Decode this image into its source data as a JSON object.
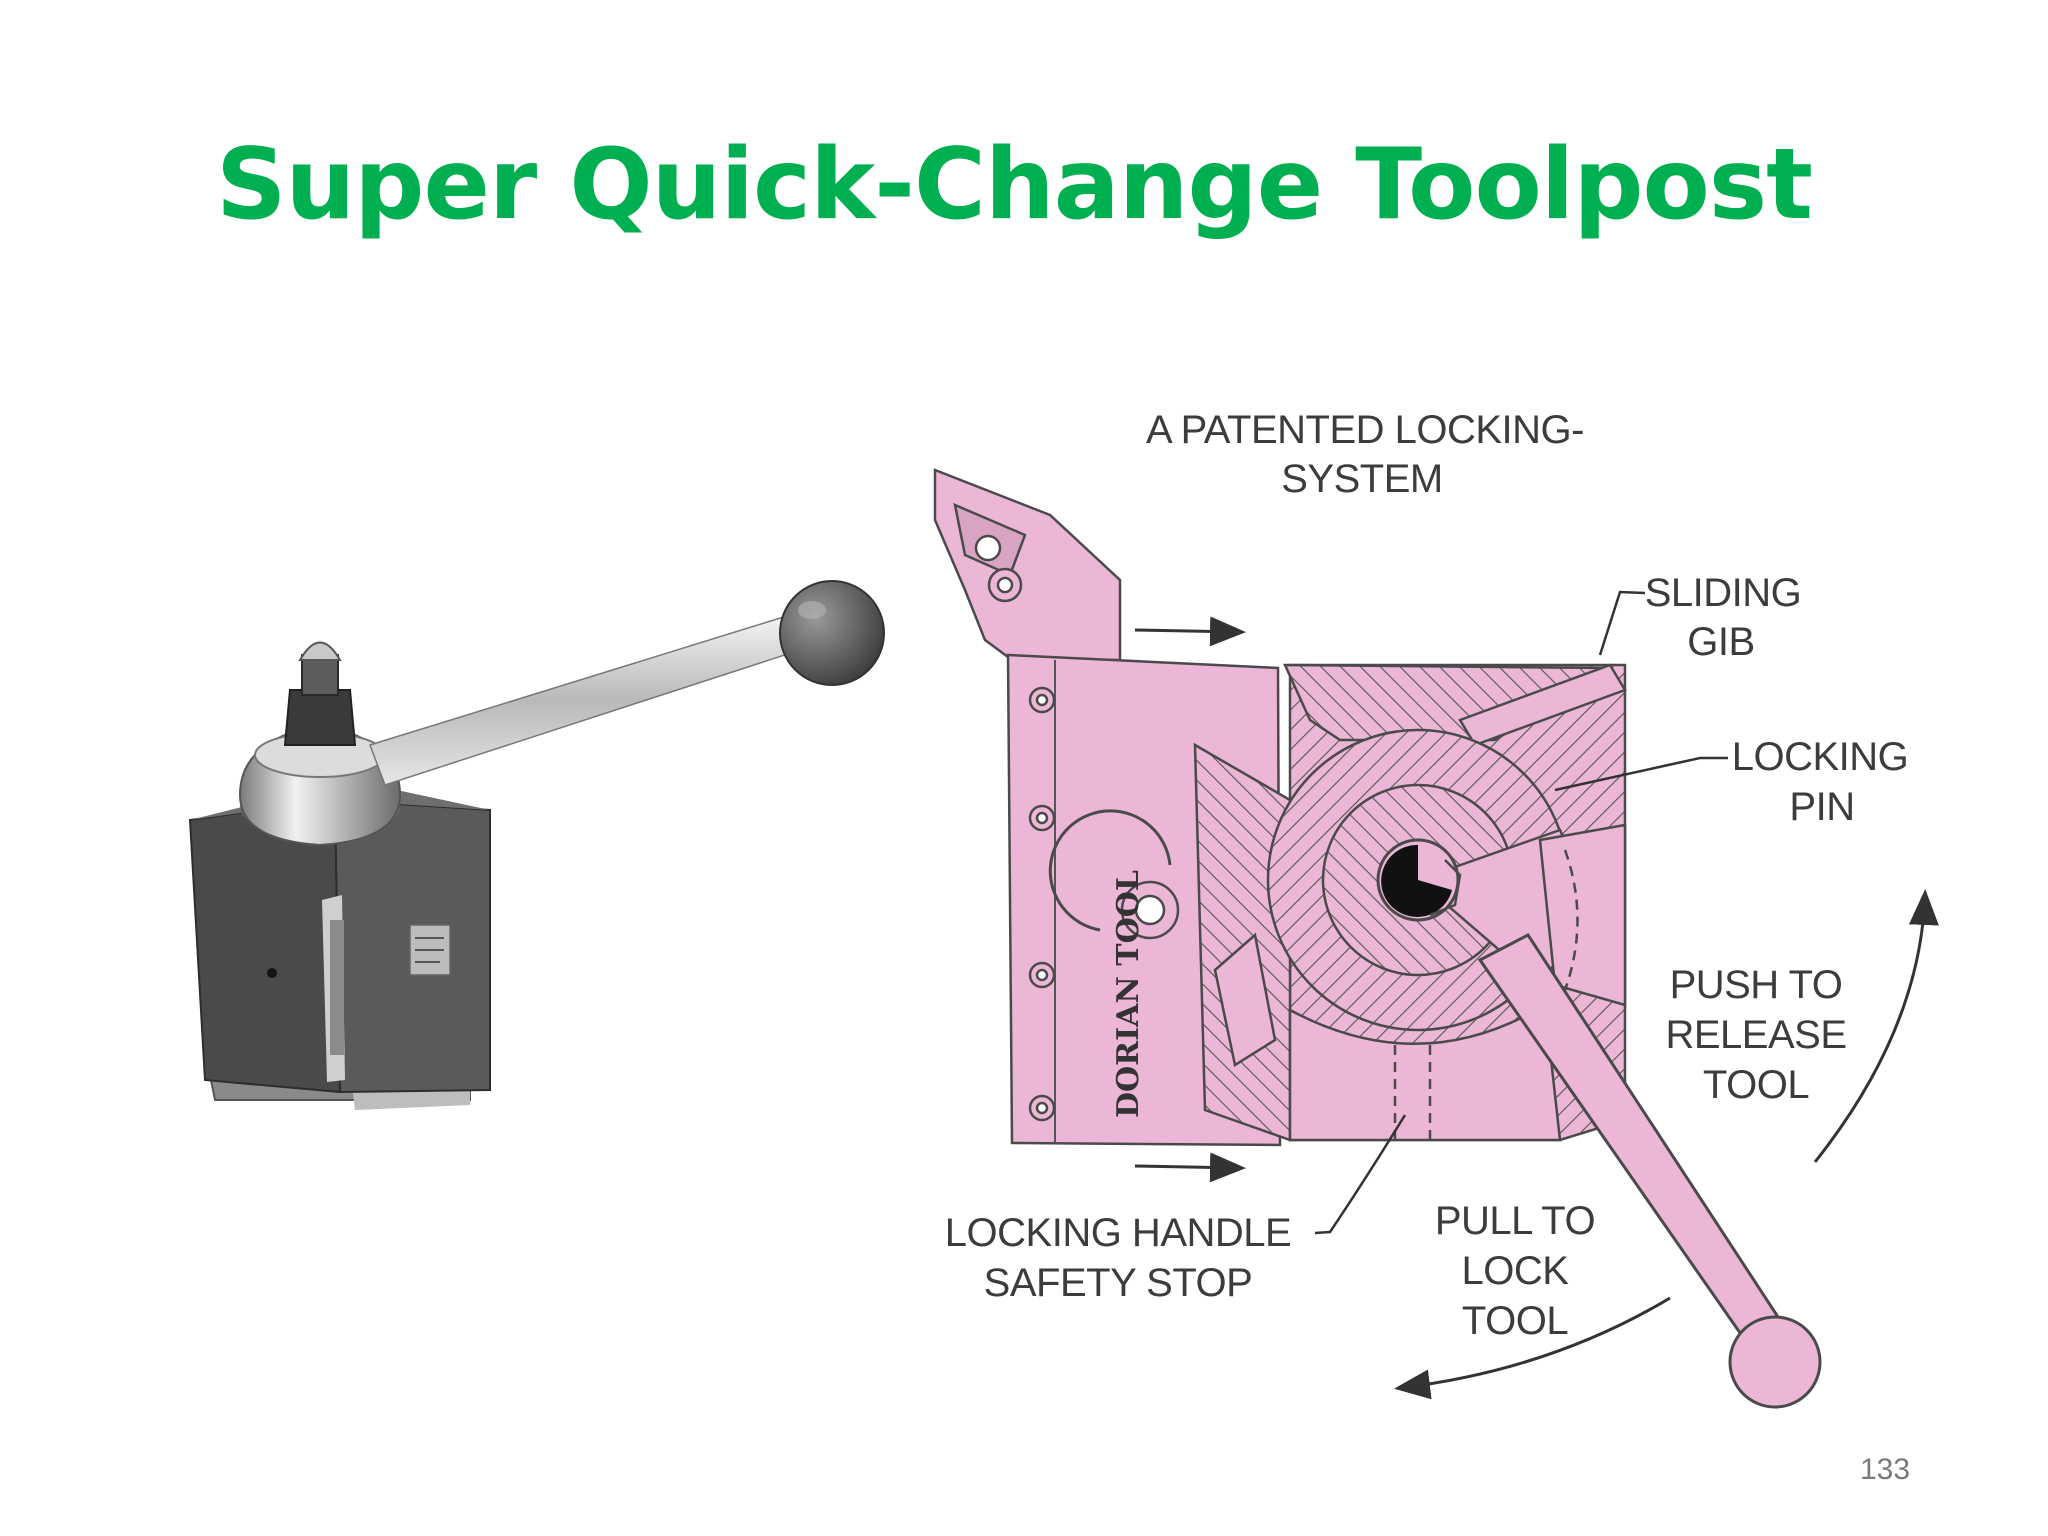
{
  "slide": {
    "title": "Super Quick-Change Toolpost",
    "page_number": "133"
  },
  "diagram": {
    "brand_mark": "DORIAN TOOL",
    "labels": {
      "locking_system_1": "A PATENTED LOCKING-",
      "locking_system_2": "SYSTEM",
      "sliding_gib_1": "SLIDING",
      "sliding_gib_2": "GIB",
      "locking_pin_1": "LOCKING",
      "locking_pin_2": "PIN",
      "push_1": "PUSH TO",
      "push_2": "RELEASE",
      "push_3": "TOOL",
      "pull_1": "PULL TO",
      "pull_2": "LOCK",
      "pull_3": "TOOL",
      "safety_1": "LOCKING HANDLE",
      "safety_2": "SAFETY STOP"
    },
    "colors": {
      "diagram_fill": "#ecb6d6",
      "diagram_stroke": "#4a4a4a",
      "title_green": "#00b050"
    }
  }
}
